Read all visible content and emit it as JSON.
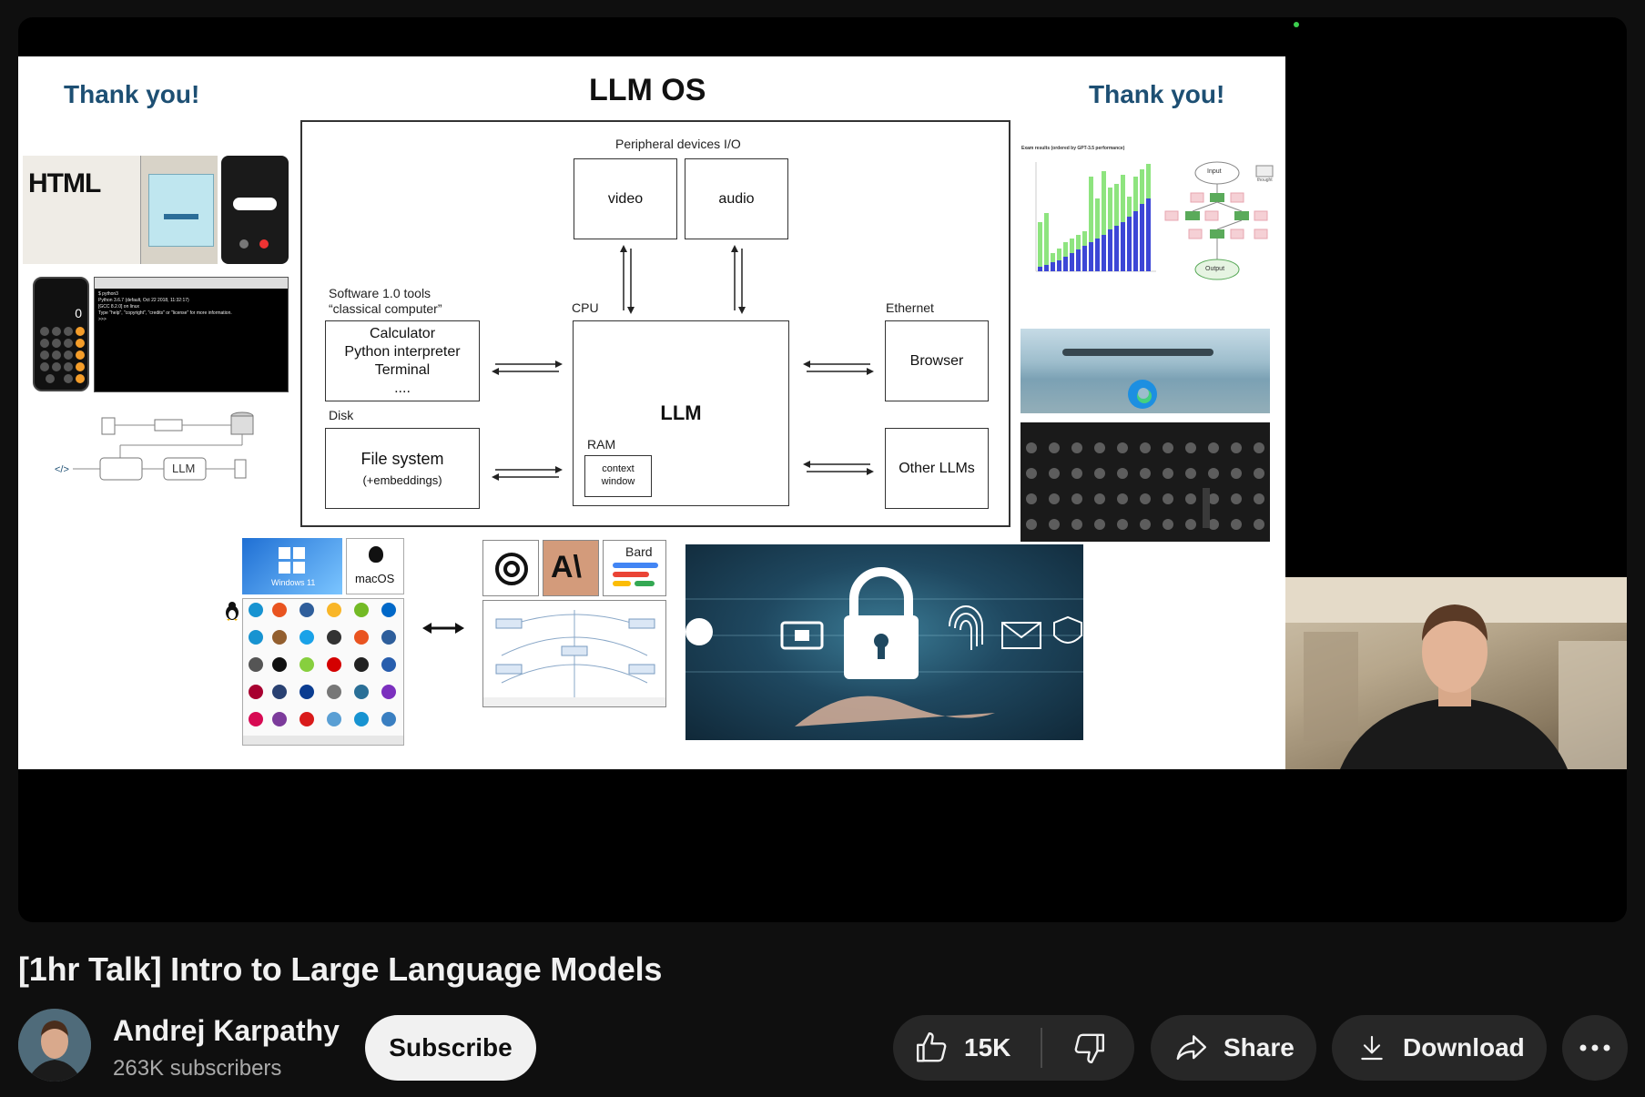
{
  "video": {
    "title": "[1hr Talk] Intro to Large Language Models"
  },
  "slide": {
    "thanks_left": "Thank you!",
    "thanks_right": "Thank you!",
    "title": "LLM OS",
    "peripheral_label": "Peripheral devices I/O",
    "video_box": "video",
    "audio_box": "audio",
    "software_label_1": "Software 1.0 tools",
    "software_label_2": "“classical computer”",
    "tools_line1": "Calculator",
    "tools_line2": "Python interpreter",
    "tools_line3": "Terminal",
    "tools_line4": "....",
    "disk_label": "Disk",
    "file_system": "File system",
    "embeddings": "(+embeddings)",
    "cpu_label": "CPU",
    "llm_box": "LLM",
    "ram_label": "RAM",
    "context_window": "context window",
    "ethernet_label": "Ethernet",
    "browser_box": "Browser",
    "other_llms_box": "Other LLMs",
    "html_thumb": "HTML",
    "rag_llm": "LLM",
    "calc_display": "0",
    "windows_label": "Windows 11",
    "macos_label": "macOS",
    "bard_label": "Bard",
    "anthropic_label": "A\\",
    "chart_caption": "Exam results (ordered by GPT-3.5 performance)",
    "tree_input": "Input",
    "tree_output": "Output",
    "tree_thought": "thought",
    "terminal_lines": [
      "$ python3",
      "Python 3.6.7 (default, Oct 22 2018, 11:32:17)",
      "[GCC 8.2.0] on linux",
      "Type \"help\", \"copyright\", \"credits\" or \"license\" for more information.",
      ">>> "
    ]
  },
  "channel": {
    "name": "Andrej Karpathy",
    "subscribers": "263K subscribers",
    "subscribe_label": "Subscribe"
  },
  "actions": {
    "likes": "15K",
    "share_label": "Share",
    "download_label": "Download"
  },
  "colors": {
    "page_bg": "#0f0f0f",
    "pill_bg": "#272727",
    "thanks_blue": "#1d4f73",
    "subscribe_bg": "#f1f1f1"
  }
}
